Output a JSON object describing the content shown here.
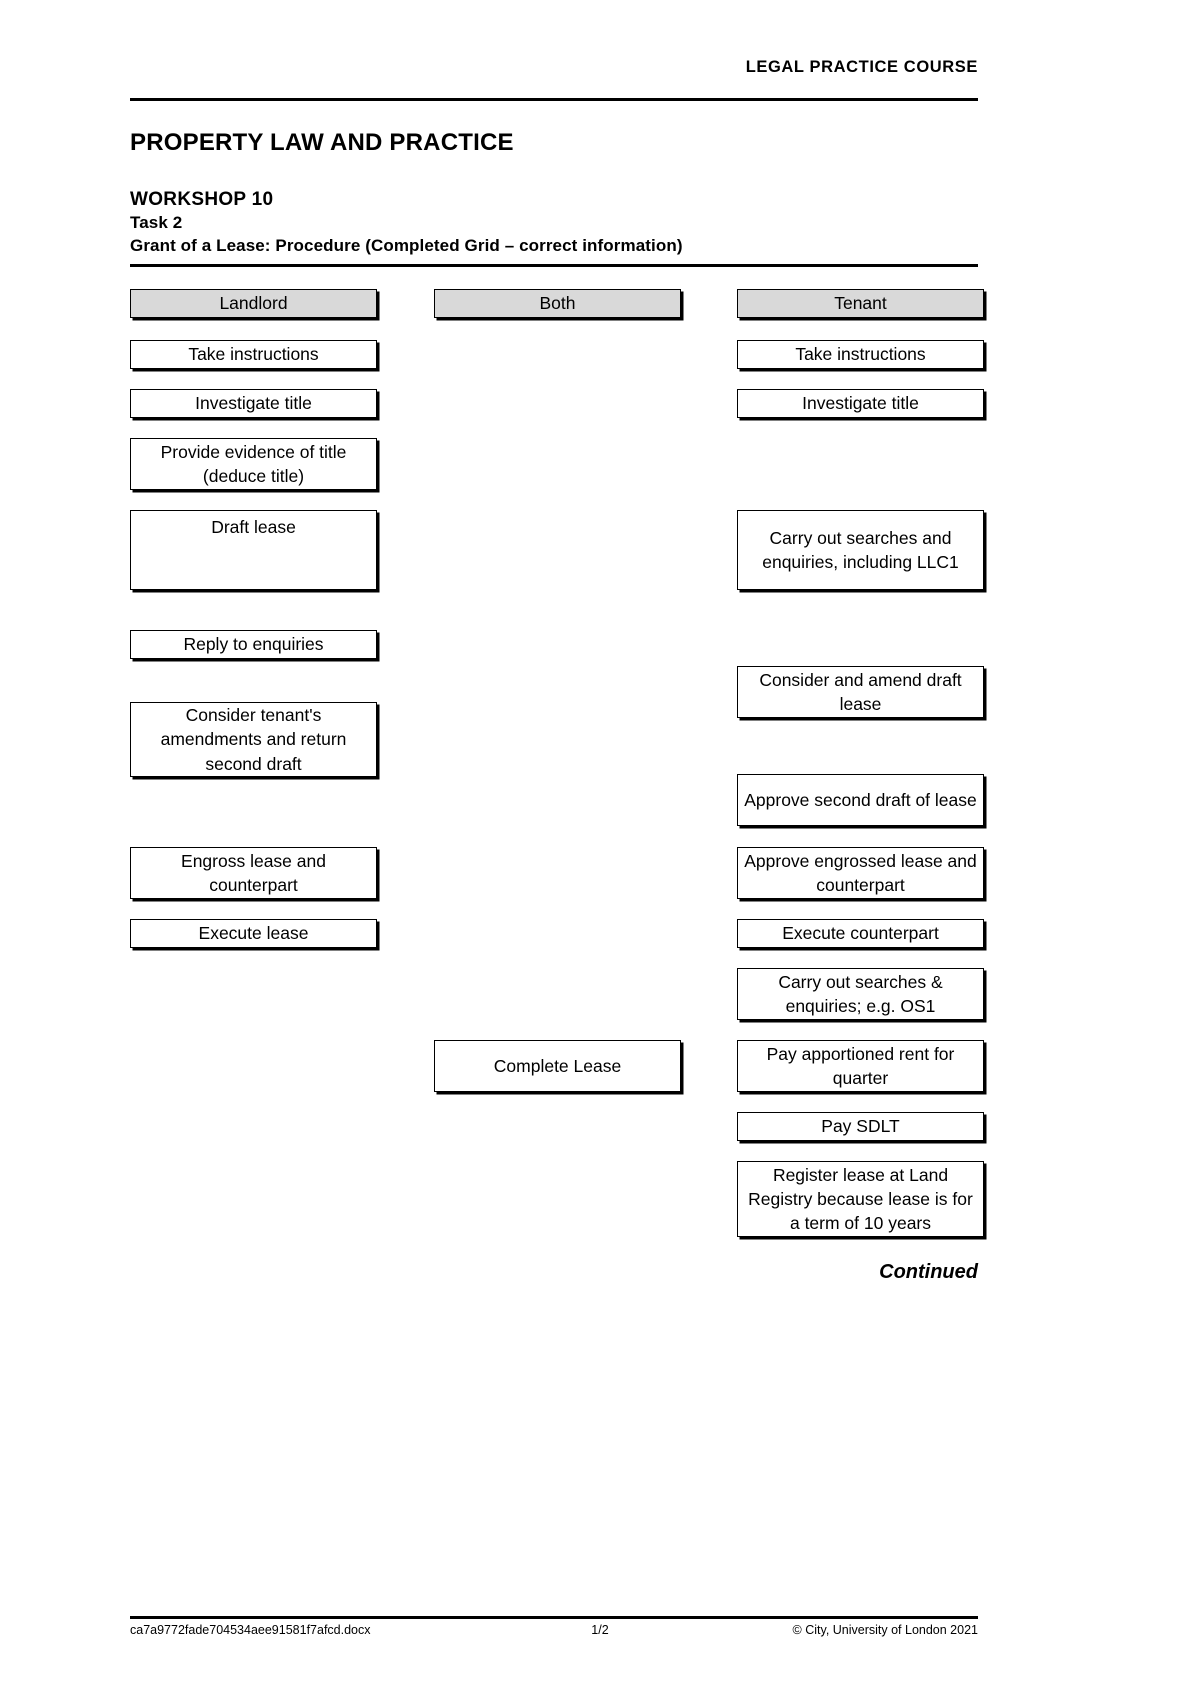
{
  "header": {
    "course": "LEGAL PRACTICE COURSE"
  },
  "title": {
    "main": "PROPERTY LAW AND PRACTICE",
    "workshop": "WORKSHOP 10",
    "task": "Task 2",
    "description": "Grant of a Lease: Procedure (Completed Grid – correct information)"
  },
  "grid": {
    "columns": [
      {
        "key": "landlord",
        "header": "Landlord"
      },
      {
        "key": "both",
        "header": "Both"
      },
      {
        "key": "tenant",
        "header": "Tenant"
      }
    ],
    "landlord_steps": [
      "Take instructions",
      "Investigate title",
      "Provide evidence of title (deduce title)",
      "Draft lease",
      "Reply to enquiries",
      "Consider tenant's amendments and return second draft",
      "Engross lease and counterpart",
      "Execute lease"
    ],
    "both_steps": [
      "Complete Lease"
    ],
    "tenant_steps": [
      "Take instructions",
      "Investigate title",
      "Carry out searches and enquiries, including LLC1",
      "Consider and amend draft lease",
      "Approve second draft of lease",
      "Approve engrossed lease and counterpart",
      "Execute counterpart",
      "Carry out searches & enquiries; e.g. OS1",
      "Pay apportioned rent for quarter",
      "Pay SDLT",
      "Register lease at Land Registry because lease is for a term of 10 years"
    ]
  },
  "continued": "Continued",
  "footer": {
    "filename": "ca7a9772fade704534aee91581f7afcd.docx",
    "page": "1/2",
    "copyright": "© City, University of London 2021"
  },
  "colors": {
    "header_fill": "#d9d9d9",
    "line": "#000000",
    "page": "#ffffff"
  }
}
